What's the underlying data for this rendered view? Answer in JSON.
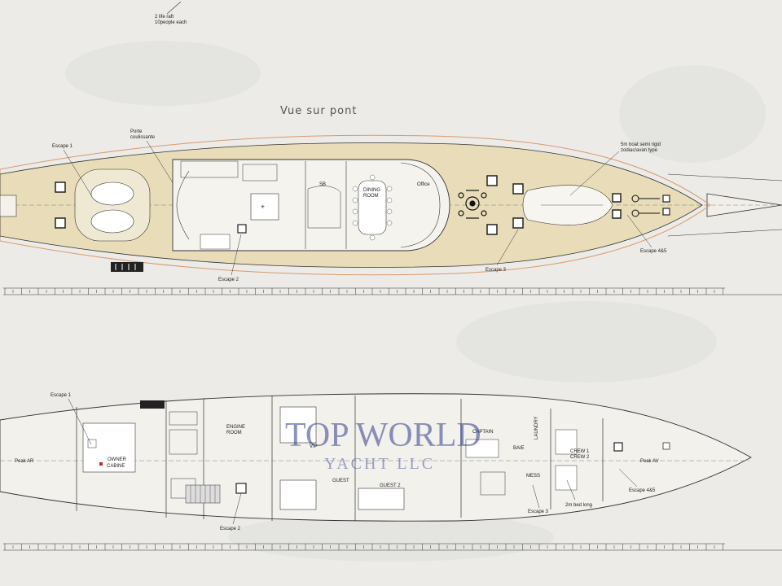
{
  "top_deck": {
    "title": "Vue sur pont",
    "life_raft_line1": "2 life raft",
    "life_raft_line2": "10people each",
    "escape1": "Escape 1",
    "porte_line1": "Porte",
    "porte_line2": "coulissante",
    "sb": "SB",
    "dining_line1": "DINING",
    "dining_line2": "ROOM",
    "office": "Office",
    "boat_line1": "5m boat  semi rigid",
    "boat_line2": "zodiac/avan type",
    "escape2": "Escape 2",
    "escape3": "Escape 3",
    "escape45": "Escape 4&5"
  },
  "lower_deck": {
    "escape1": "Escape 1",
    "peak_ar": "Peak AR",
    "owner_line1": "OWNER",
    "owner_line2": "CABINE",
    "engine_line1": "ENGINE",
    "engine_line2": "ROOM",
    "vip": "VIP",
    "guest": "GUEST",
    "guest2": "GUEST 2",
    "captain": "CAPTAIN",
    "baie": "BAIE",
    "laundry": "LAUNDRY",
    "mess": "MESS",
    "crew1": "CREW 1",
    "crew2": "CREW 2",
    "peak_av": "Peak AV",
    "escape2": "Escape 2",
    "escape3": "Escape 3",
    "escape45": "Escape 4&5",
    "bed": "2m bed long"
  },
  "watermark": {
    "line1": "TOP WORLD",
    "line2": "YACHT LLC"
  },
  "colors": {
    "paper": "#ecebe8",
    "deck_wood": "#e8ddb8",
    "line": "#333333",
    "hull_outline": "#d99a6a",
    "watermark": "#2b3a8c"
  }
}
